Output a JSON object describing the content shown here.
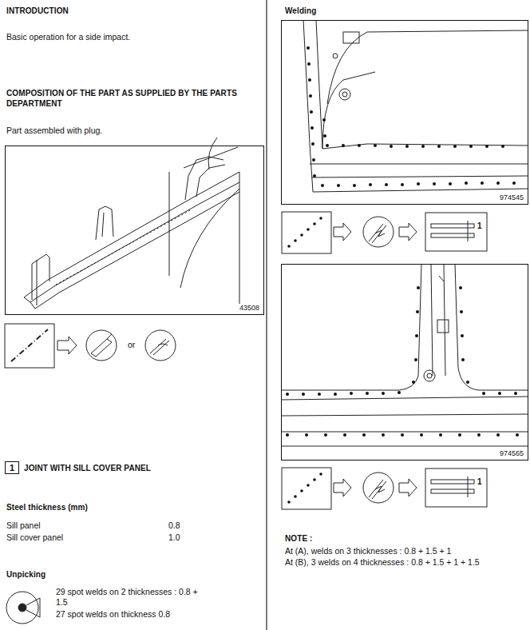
{
  "diagram": {
    "nodes": [
      {
        "text": [
          "43508"
        ]
      },
      {
        "text": [
          "1"
        ]
      },
      {
        "text": [
          "974545"
        ]
      },
      {
        "text": [
          "974565"
        ]
      }
    ],
    "labels": [
      "INTRODUCTION",
      "Basic operation for a side impact.",
      "COMPOSITION OF THE PART AS SUPPLIED BY THE PARTS DEPARTMENT",
      "Part assembled with plug.",
      "or",
      "JOINT WITH SILL COVER PANEL",
      "Steel thickness (mm)",
      "Sill panel",
      "0.8",
      "Sill cover panel",
      "1.0",
      "Unpicking",
      "29 spot welds on 2 thicknesses : 0.8 + 1.5",
      "27 spot welds on thickness 0.8",
      "Welding",
      "1",
      "1",
      "NOTE :",
      "At (A), welds on 3 thicknesses : 0.8 + 1.5 + 1",
      "At (B), 3 welds on 4 thicknesses : 0.8 + 1.5 + 1 + 1.5"
    ]
  }
}
